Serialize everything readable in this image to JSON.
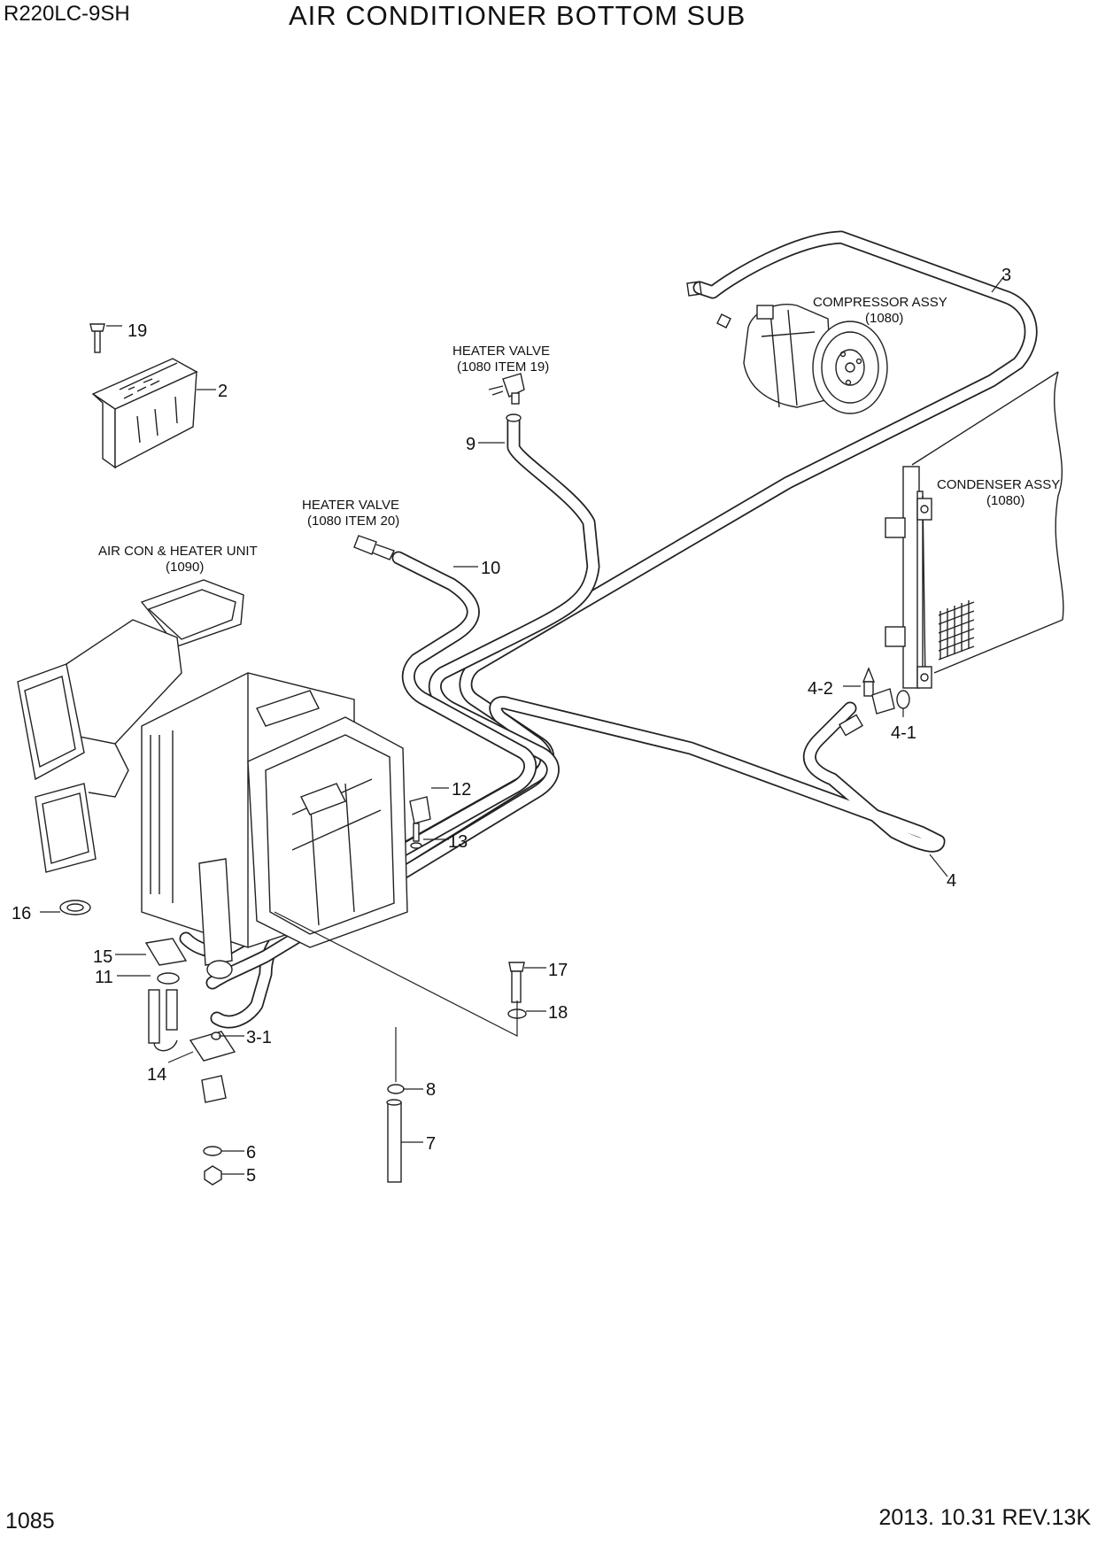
{
  "header": {
    "model": "R220LC-9SH",
    "title": "AIR CONDITIONER BOTTOM SUB"
  },
  "footer": {
    "page_number": "1085",
    "revision": "2013. 10.31  REV.13K"
  },
  "assembly_labels": {
    "compressor": {
      "name": "COMPRESSOR ASSY",
      "ref": "(1080)"
    },
    "heater_valve_19": {
      "name": "HEATER VALVE",
      "ref": "(1080 ITEM 19)"
    },
    "heater_valve_20": {
      "name": "HEATER VALVE",
      "ref": "(1080 ITEM 20)"
    },
    "condenser": {
      "name": "CONDENSER ASSY",
      "ref": "(1080)"
    },
    "aircon_unit": {
      "name": "AIR CON & HEATER UNIT",
      "ref": "(1090)"
    }
  },
  "callouts": {
    "c2": "2",
    "c3": "3",
    "c3_1": "3-1",
    "c4": "4",
    "c4_1": "4-1",
    "c4_2": "4-2",
    "c5": "5",
    "c6": "6",
    "c7": "7",
    "c8": "8",
    "c9": "9",
    "c10": "10",
    "c11": "11",
    "c12": "12",
    "c13": "13",
    "c14": "14",
    "c15": "15",
    "c16": "16",
    "c17": "17",
    "c18": "18",
    "c19": "19"
  }
}
